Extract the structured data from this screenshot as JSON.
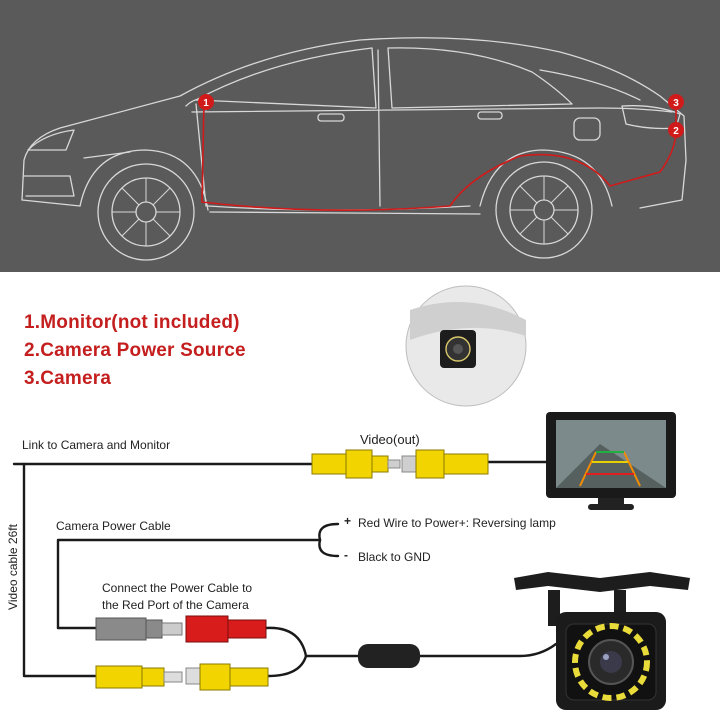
{
  "car_diagram": {
    "callouts": [
      "1",
      "2",
      "3"
    ]
  },
  "legend": {
    "item1": "1.Monitor(not included)",
    "item2": "2.Camera Power Source",
    "item3": "3.Camera"
  },
  "wiring": {
    "link_label": "Link to Camera and Monitor",
    "video_out_label": "Video(out)",
    "power_cable_label": "Camera Power Cable",
    "red_wire_sign": "+",
    "red_wire_label": "Red Wire to Power+: Reversing lamp",
    "black_wire_sign": "-",
    "black_wire_label": "Black to GND",
    "connect_note_line1": "Connect the Power Cable to",
    "connect_note_line2": "the Red Port of the Camera",
    "video_cable_label": "Video cable 26ft"
  },
  "colors": {
    "callout_red": "#d11a1a",
    "legend_red": "#c41e1e",
    "car_outline": "#d8d8d8",
    "rca_yellow": "#f2d500",
    "rca_red": "#d81b1b",
    "wire_black": "#1a1a1a"
  }
}
